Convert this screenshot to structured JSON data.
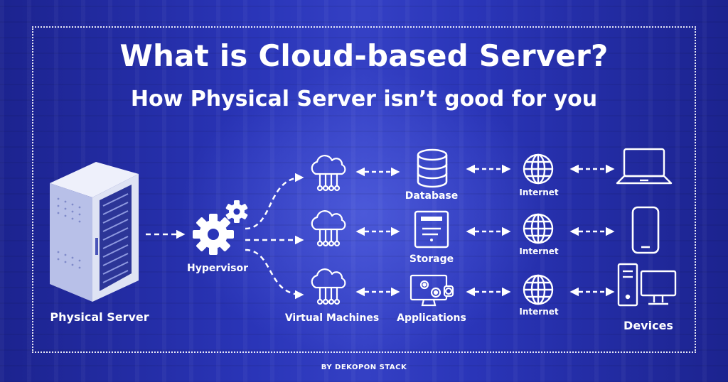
{
  "header": {
    "title": "What is Cloud-based Server?",
    "subtitle": "How Physical Server isn’t good for you"
  },
  "nodes": {
    "physical_server": "Physical Server",
    "hypervisor": "Hypervisor",
    "virtual_machines": "Virtual Machines",
    "database": "Database",
    "storage": "Storage",
    "applications": "Applications",
    "internet": [
      "Internet",
      "Internet",
      "Internet"
    ],
    "devices": "Devices"
  },
  "footer": {
    "credit": "BY DEKOPON STACK"
  },
  "colors": {
    "background": "#2a35b8",
    "foreground": "#ffffff",
    "server_body": "#dfe3f4",
    "server_side": "#9aa4da"
  }
}
